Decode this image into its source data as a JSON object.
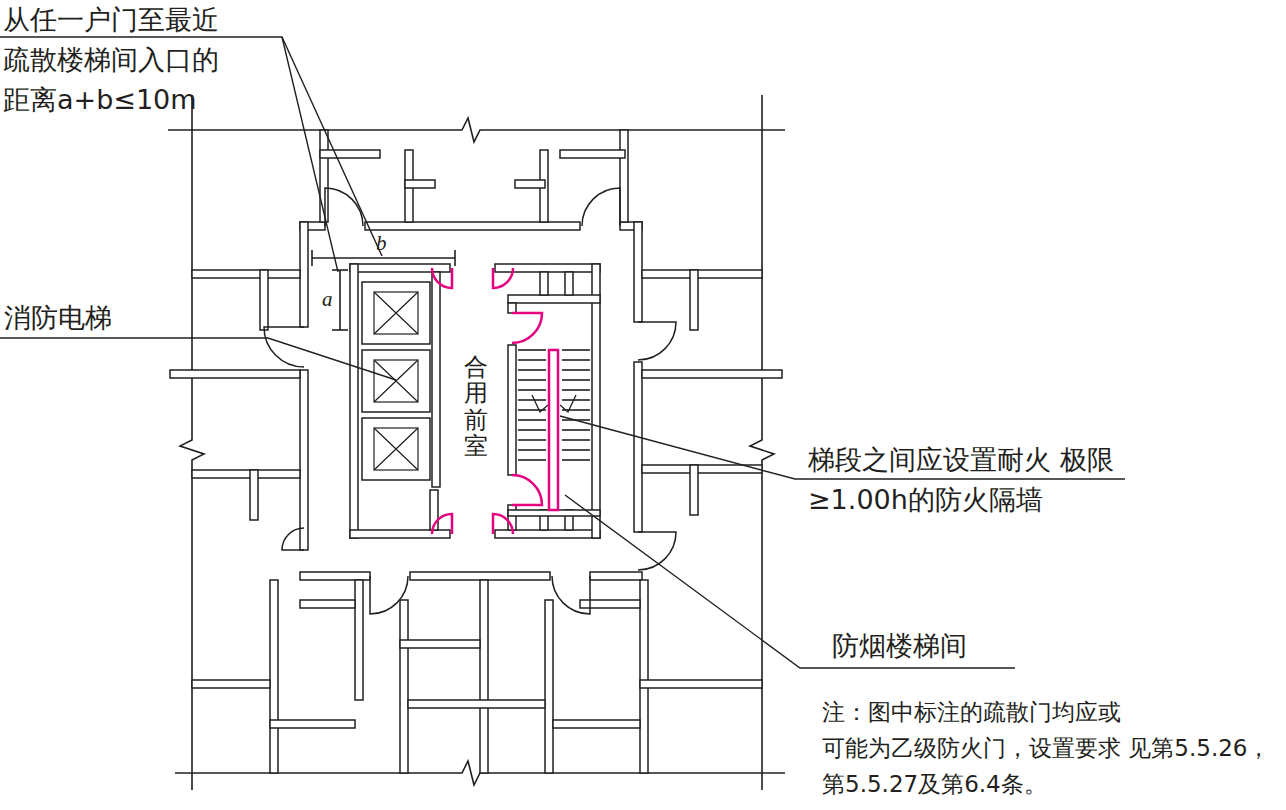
{
  "diagram": {
    "nodes": [
      {
        "text": [
          "合用前室"
        ]
      }
    ],
    "labels": [
      "从任一户门至最近 疏散楼梯间入口的 距离a+b≤10m",
      "b",
      "a",
      "消防电梯",
      "梯段之间应设置耐火 极限≥1.00h的防火隔墙",
      "防烟楼梯间",
      "注：图中标注的疏散门均应或 可能为乙级防火门，设置要求 见第5.5.26，第5.5.27及第6.4条。"
    ]
  }
}
